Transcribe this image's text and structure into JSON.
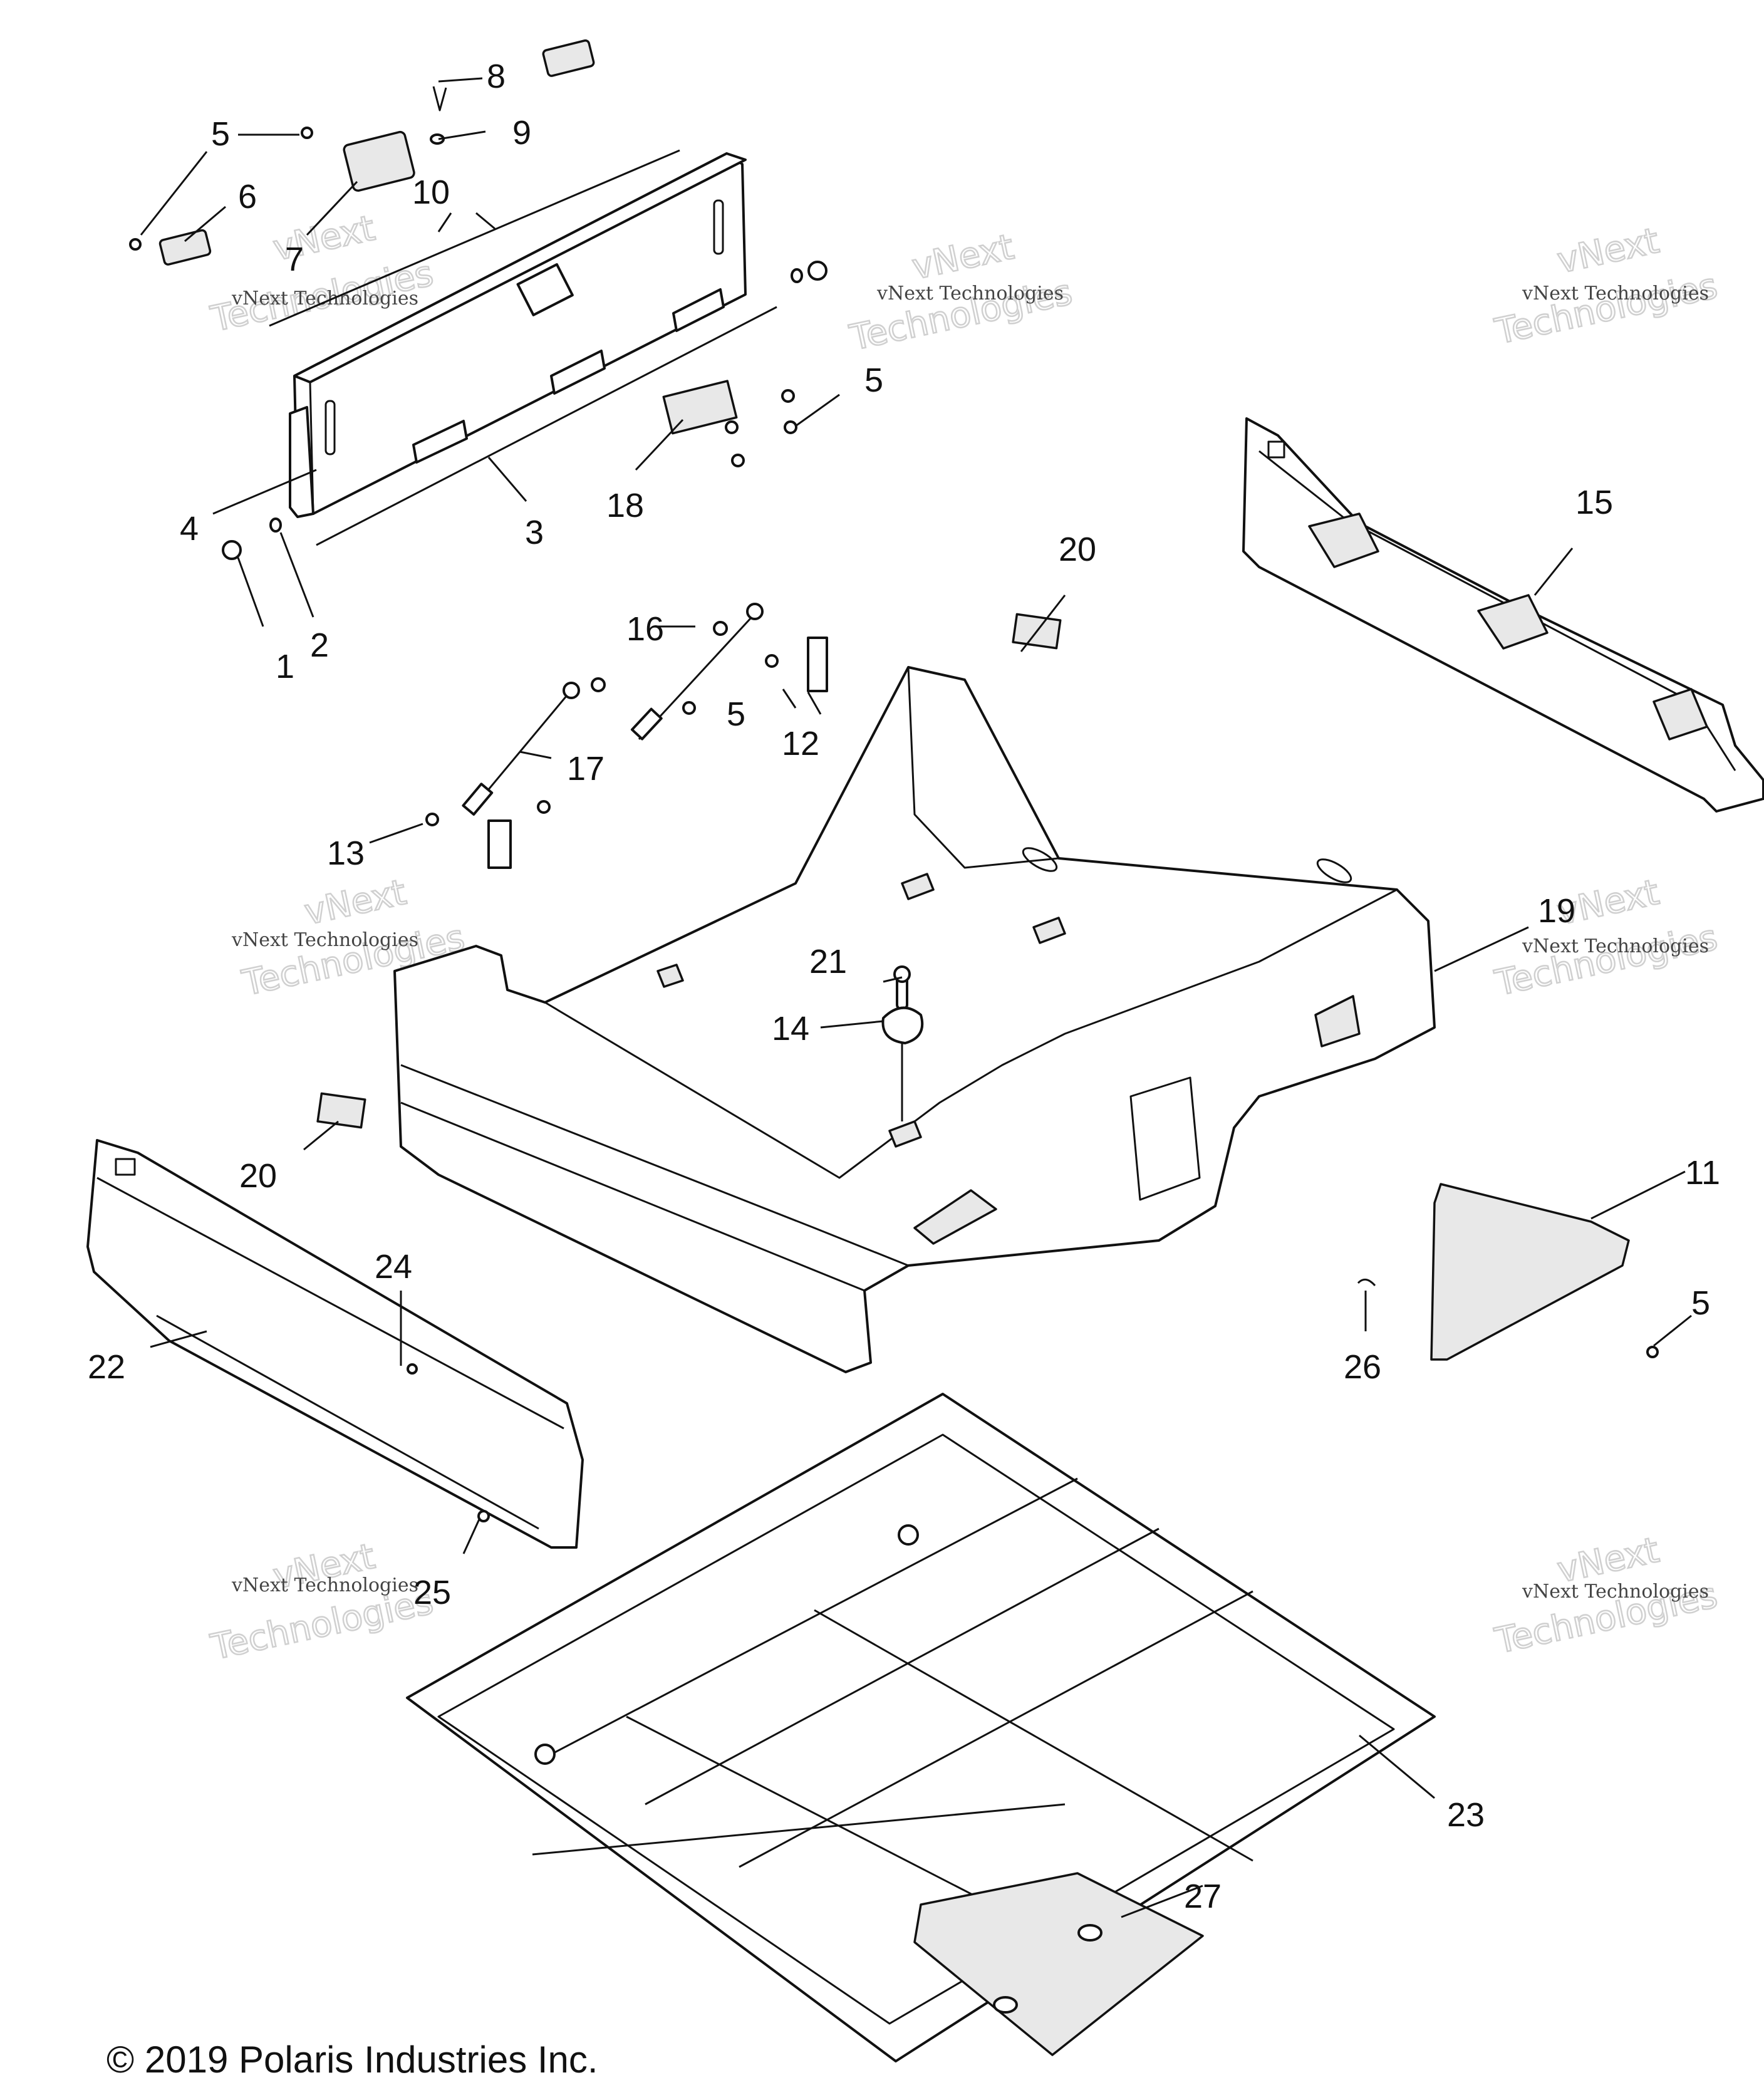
{
  "callouts": [
    "1",
    "2",
    "3",
    "4",
    "5",
    "6",
    "7",
    "8",
    "9",
    "10",
    "11",
    "12",
    "13",
    "14",
    "15",
    "16",
    "17",
    "18",
    "19",
    "20",
    "21",
    "22",
    "23",
    "24",
    "25",
    "26",
    "27"
  ],
  "watermark": {
    "line1": "vNext",
    "line2": "vNext Technologies",
    "line3": "Technologies"
  },
  "copyright": "© 2019 Polaris Industries Inc."
}
